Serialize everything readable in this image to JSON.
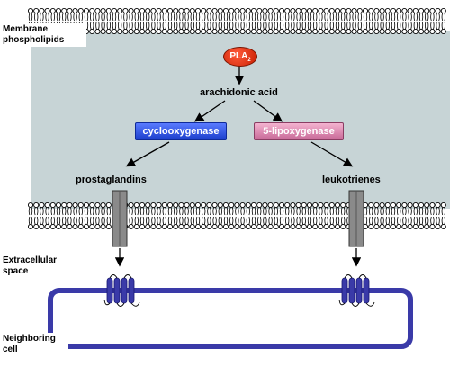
{
  "labels": {
    "membrane": "Membrane phospholipids",
    "pla2_main": "PLA",
    "pla2_sub": "2",
    "arachidonic": "arachidonic acid",
    "cox": "cyclooxygenase",
    "lox": "5-lipoxygenase",
    "prostaglandins": "prostaglandins",
    "leukotrienes": "leukotrienes",
    "extracellular": "Extracellular space",
    "neighboring": "Neighboring cell"
  },
  "colors": {
    "cytoplasm": "#c7d4d6",
    "cox": "#1c3fcc",
    "lox": "#d987ad",
    "pla2": "#d32a08",
    "receptor": "#3a3aa8",
    "cell_border": "#3a3aa8",
    "channel": "#8a8a8a"
  }
}
